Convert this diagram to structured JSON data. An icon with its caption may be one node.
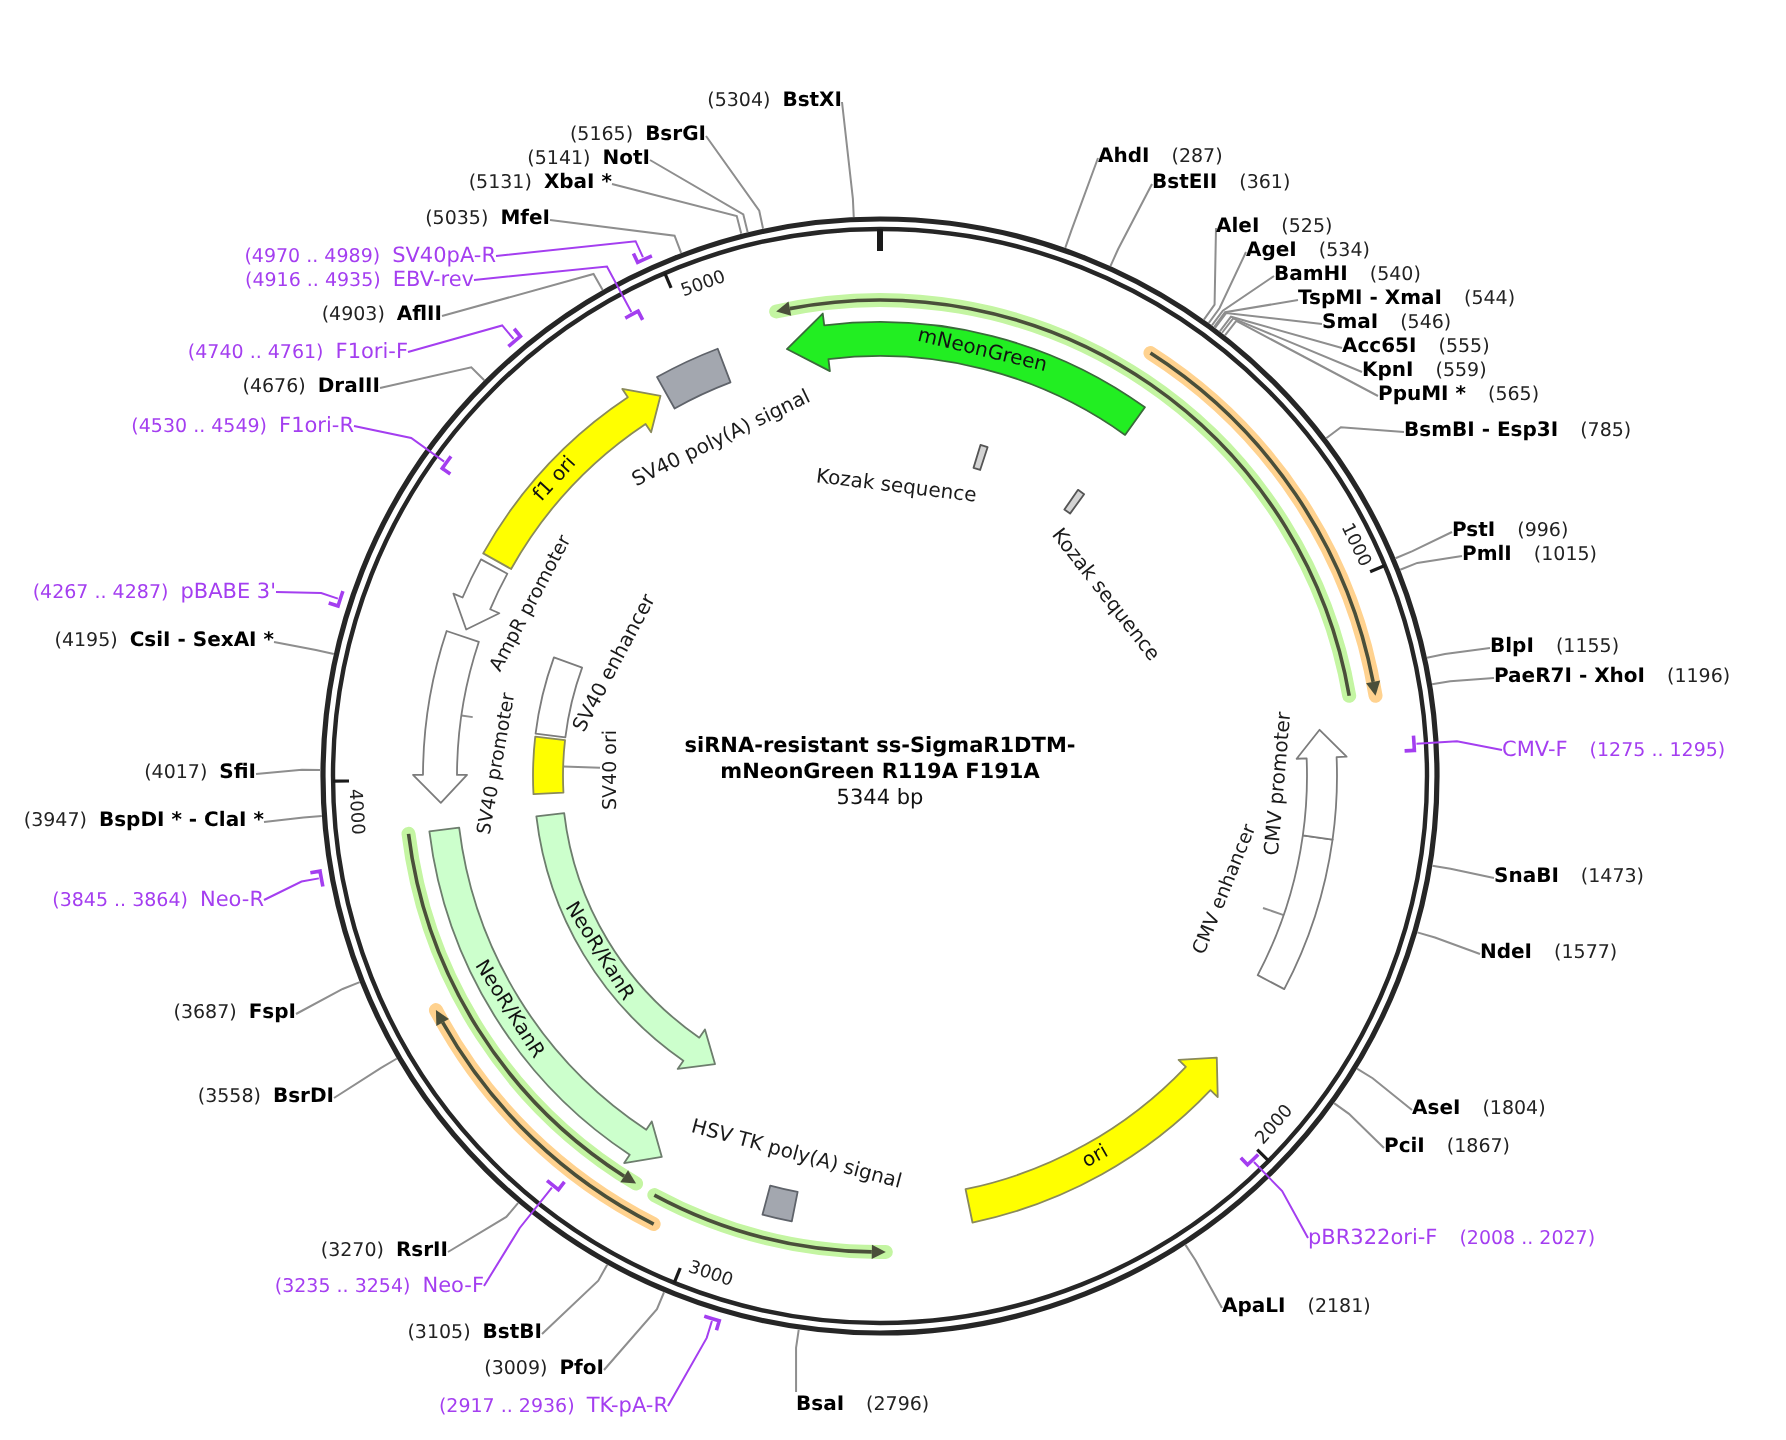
{
  "diagram": {
    "title": "siRNA-resistant ss-SigmaR1DTM-mNeonGreen R119A F191A",
    "nodes": [
      {
        "text": [
          "(5304)",
          "BstXI"
        ]
      },
      {
        "text": [
          "(5165)",
          "BsrGI"
        ]
      },
      {
        "text": [
          "(5141)",
          "NotI"
        ]
      },
      {
        "text": [
          "(5131)",
          "XbaI *"
        ]
      },
      {
        "text": [
          "(5035)",
          "MfeI"
        ]
      },
      {
        "text": [
          "(4970 .. 4989)",
          "SV40pA-R"
        ]
      },
      {
        "text": [
          "(4916 .. 4935)",
          "EBV-rev"
        ]
      },
      {
        "text": [
          "(4903)",
          "AflII"
        ]
      },
      {
        "text": [
          "(4740 .. 4761)",
          "F1ori-F"
        ]
      },
      {
        "text": [
          "(4676)",
          "DraIII"
        ]
      },
      {
        "text": [
          "(4530 .. 4549)",
          "F1ori-R"
        ]
      },
      {
        "text": [
          "(4267 .. 4287)",
          "pBABE 3'"
        ]
      },
      {
        "text": [
          "(4195)",
          "CsiI - SexAI *"
        ]
      },
      {
        "text": [
          "(4017)",
          "SfiI"
        ]
      },
      {
        "text": [
          "(3947)",
          "BspDI * - ClaI *"
        ]
      },
      {
        "text": [
          "(3845 .. 3864)",
          "Neo-R"
        ]
      },
      {
        "text": [
          "(3687)",
          "FspI"
        ]
      },
      {
        "text": [
          "(3558)",
          "BsrDI"
        ]
      },
      {
        "text": [
          "(3270)",
          "RsrII"
        ]
      },
      {
        "text": [
          "(3235 .. 3254)",
          "Neo-F"
        ]
      },
      {
        "text": [
          "(3105)",
          "BstBI"
        ]
      },
      {
        "text": [
          "(3009)",
          "PfoI"
        ]
      },
      {
        "text": [
          "(2917 .. 2936)",
          "TK-pA-R"
        ]
      },
      {
        "text": [
          "BsaI",
          "(2796)"
        ]
      },
      {
        "text": [
          "AhdI",
          "(287)"
        ]
      },
      {
        "text": [
          "BstEII",
          "(361)"
        ]
      },
      {
        "text": [
          "AleI",
          "(525)"
        ]
      },
      {
        "text": [
          "AgeI",
          "(534)"
        ]
      },
      {
        "text": [
          "BamHI",
          "(540)"
        ]
      },
      {
        "text": [
          "TspMI - XmaI",
          "(544)"
        ]
      },
      {
        "text": [
          "SmaI",
          "(546)"
        ]
      },
      {
        "text": [
          "Acc65I",
          "(555)"
        ]
      },
      {
        "text": [
          "KpnI",
          "(559)"
        ]
      },
      {
        "text": [
          "PpuMI *",
          "(565)"
        ]
      },
      {
        "text": [
          "BsmBI - Esp3I",
          "(785)"
        ]
      },
      {
        "text": [
          "PstI",
          "(996)"
        ]
      },
      {
        "text": [
          "PmlI",
          "(1015)"
        ]
      },
      {
        "text": [
          "BlpI",
          "(1155)"
        ]
      },
      {
        "text": [
          "PaeR7I - XhoI",
          "(1196)"
        ]
      },
      {
        "text": [
          "CMV-F",
          "(1275 .. 1295)"
        ]
      },
      {
        "text": [
          "SnaBI",
          "(1473)"
        ]
      },
      {
        "text": [
          "NdeI",
          "(1577)"
        ]
      },
      {
        "text": [
          "AseI",
          "(1804)"
        ]
      },
      {
        "text": [
          "PciI",
          "(1867)"
        ]
      },
      {
        "text": [
          "pBR322ori-F",
          "(2008 .. 2027)"
        ]
      },
      {
        "text": [
          "ApaLI",
          "(2181)"
        ]
      },
      {
        "text": [],
        "shape": "bar"
      },
      {
        "text": [],
        "shape": "bar"
      },
      {
        "text": [],
        "shape": "bar"
      },
      {
        "text": [],
        "shape": "bar"
      },
      {
        "text": [],
        "shape": "bar"
      },
      {
        "text": [],
        "shape": "bar"
      },
      {
        "text": [],
        "shape": "bar"
      },
      {
        "text": [],
        "shape": "bar"
      },
      {
        "text": [],
        "shape": "bar"
      },
      {
        "text": [],
        "shape": "bar"
      },
      {
        "text": [
          "mNeonGreen"
        ]
      },
      {
        "text": [],
        "shape": "bar",
        "beside": [
          "Kozak sequence"
        ]
      },
      {
        "text": [],
        "shape": "bar",
        "beside": [
          "Kozak sequence"
        ]
      },
      {
        "text": [],
        "shape": "box",
        "beside": [
          "SV40 poly(A) signal"
        ]
      },
      {
        "text": [
          "f1 ori"
        ]
      },
      {
        "text": [],
        "shape": "arrow",
        "beside": [
          "AmpR promoter"
        ]
      },
      {
        "text": [],
        "shape": "arrow"
      },
      {
        "text": [],
        "shape": "box",
        "beside": [
          "SV40 enhancer"
        ]
      },
      {
        "text": [],
        "shape": "box"
      },
      {
        "text": [],
        "shape": "box"
      },
      {
        "text": [],
        "shape": "arrow",
        "beside": [
          "CMV promoter"
        ]
      },
      {
        "text": [
          "NeoR/KanR"
        ]
      },
      {
        "text": [
          "NeoR/KanR"
        ]
      },
      {
        "text": [],
        "shape": "box",
        "beside": [
          "HSV TK poly(A) signal"
        ]
      },
      {
        "text": [
          "ori"
        ]
      },
      {
        "text": [
          "SV40 promoter"
        ]
      },
      {
        "text": [
          "SV40 ori"
        ]
      },
      {
        "text": [
          "CMV enhancer"
        ]
      }
    ],
    "edges": [
      {
        "from": 0,
        "to": null,
        "arrow": "none"
      },
      {
        "from": 1,
        "to": null,
        "arrow": "none"
      },
      {
        "from": 2,
        "to": null,
        "arrow": "none"
      },
      {
        "from": 3,
        "to": null,
        "arrow": "none"
      },
      {
        "from": 4,
        "to": null,
        "arrow": "none"
      },
      {
        "from": 5,
        "to": 46,
        "arrow": "none",
        "color": "#a43ef0"
      },
      {
        "from": 6,
        "to": 47,
        "arrow": "none",
        "color": "#a43ef0"
      },
      {
        "from": 7,
        "to": null,
        "arrow": "none"
      },
      {
        "from": 8,
        "to": 48,
        "arrow": "none",
        "color": "#a43ef0"
      },
      {
        "from": 9,
        "to": null,
        "arrow": "none"
      },
      {
        "from": 10,
        "to": 49,
        "arrow": "none",
        "color": "#a43ef0"
      },
      {
        "from": 11,
        "to": 50,
        "arrow": "none",
        "color": "#a43ef0"
      },
      {
        "from": 12,
        "to": null,
        "arrow": "none"
      },
      {
        "from": 13,
        "to": null,
        "arrow": "none"
      },
      {
        "from": 14,
        "to": null,
        "arrow": "none"
      },
      {
        "from": 15,
        "to": 51,
        "arrow": "none",
        "color": "#a43ef0"
      },
      {
        "from": 16,
        "to": null,
        "arrow": "none"
      },
      {
        "from": 17,
        "to": null,
        "arrow": "none"
      },
      {
        "from": 18,
        "to": null,
        "arrow": "none"
      },
      {
        "from": 19,
        "to": 52,
        "arrow": "none",
        "color": "#a43ef0"
      },
      {
        "from": 20,
        "to": null,
        "arrow": "none"
      },
      {
        "from": 21,
        "to": null,
        "arrow": "none"
      },
      {
        "from": 22,
        "to": 53,
        "arrow": "none",
        "color": "#a43ef0"
      },
      {
        "from": 23,
        "to": null,
        "arrow": "none"
      },
      {
        "from": 24,
        "to": null,
        "arrow": "none"
      },
      {
        "from": 25,
        "to": null,
        "arrow": "none"
      },
      {
        "from": 26,
        "to": null,
        "arrow": "none"
      },
      {
        "from": 27,
        "to": null,
        "arrow": "none"
      },
      {
        "from": 28,
        "to": null,
        "arrow": "none"
      },
      {
        "from": 29,
        "to": null,
        "arrow": "none"
      },
      {
        "from": 30,
        "to": null,
        "arrow": "none"
      },
      {
        "from": 31,
        "to": null,
        "arrow": "none"
      },
      {
        "from": 32,
        "to": null,
        "arrow": "none"
      },
      {
        "from": 33,
        "to": null,
        "arrow": "none"
      },
      {
        "from": 34,
        "to": null,
        "arrow": "none"
      },
      {
        "from": 35,
        "to": null,
        "arrow": "none"
      },
      {
        "from": 36,
        "to": null,
        "arrow": "none"
      },
      {
        "from": 37,
        "to": null,
        "arrow": "none"
      },
      {
        "from": 38,
        "to": null,
        "arrow": "none"
      },
      {
        "from": 39,
        "to": 54,
        "arrow": "none",
        "color": "#a43ef0"
      },
      {
        "from": 40,
        "to": null,
        "arrow": "none"
      },
      {
        "from": 41,
        "to": null,
        "arrow": "none"
      },
      {
        "from": 42,
        "to": null,
        "arrow": "none"
      },
      {
        "from": 43,
        "to": null,
        "arrow": "none"
      },
      {
        "from": 44,
        "to": 55,
        "arrow": "none",
        "color": "#a43ef0"
      },
      {
        "from": 45,
        "to": null,
        "arrow": "none"
      },
      {
        "from": 71,
        "to": 62,
        "arrow": "none"
      },
      {
        "from": 72,
        "to": 64,
        "arrow": "none"
      },
      {
        "from": 73,
        "to": 65,
        "arrow": "none"
      }
    ],
    "labels": [
      "5000",
      "1000",
      "5344 bp",
      "4000",
      "2000",
      "3000"
    ]
  }
}
